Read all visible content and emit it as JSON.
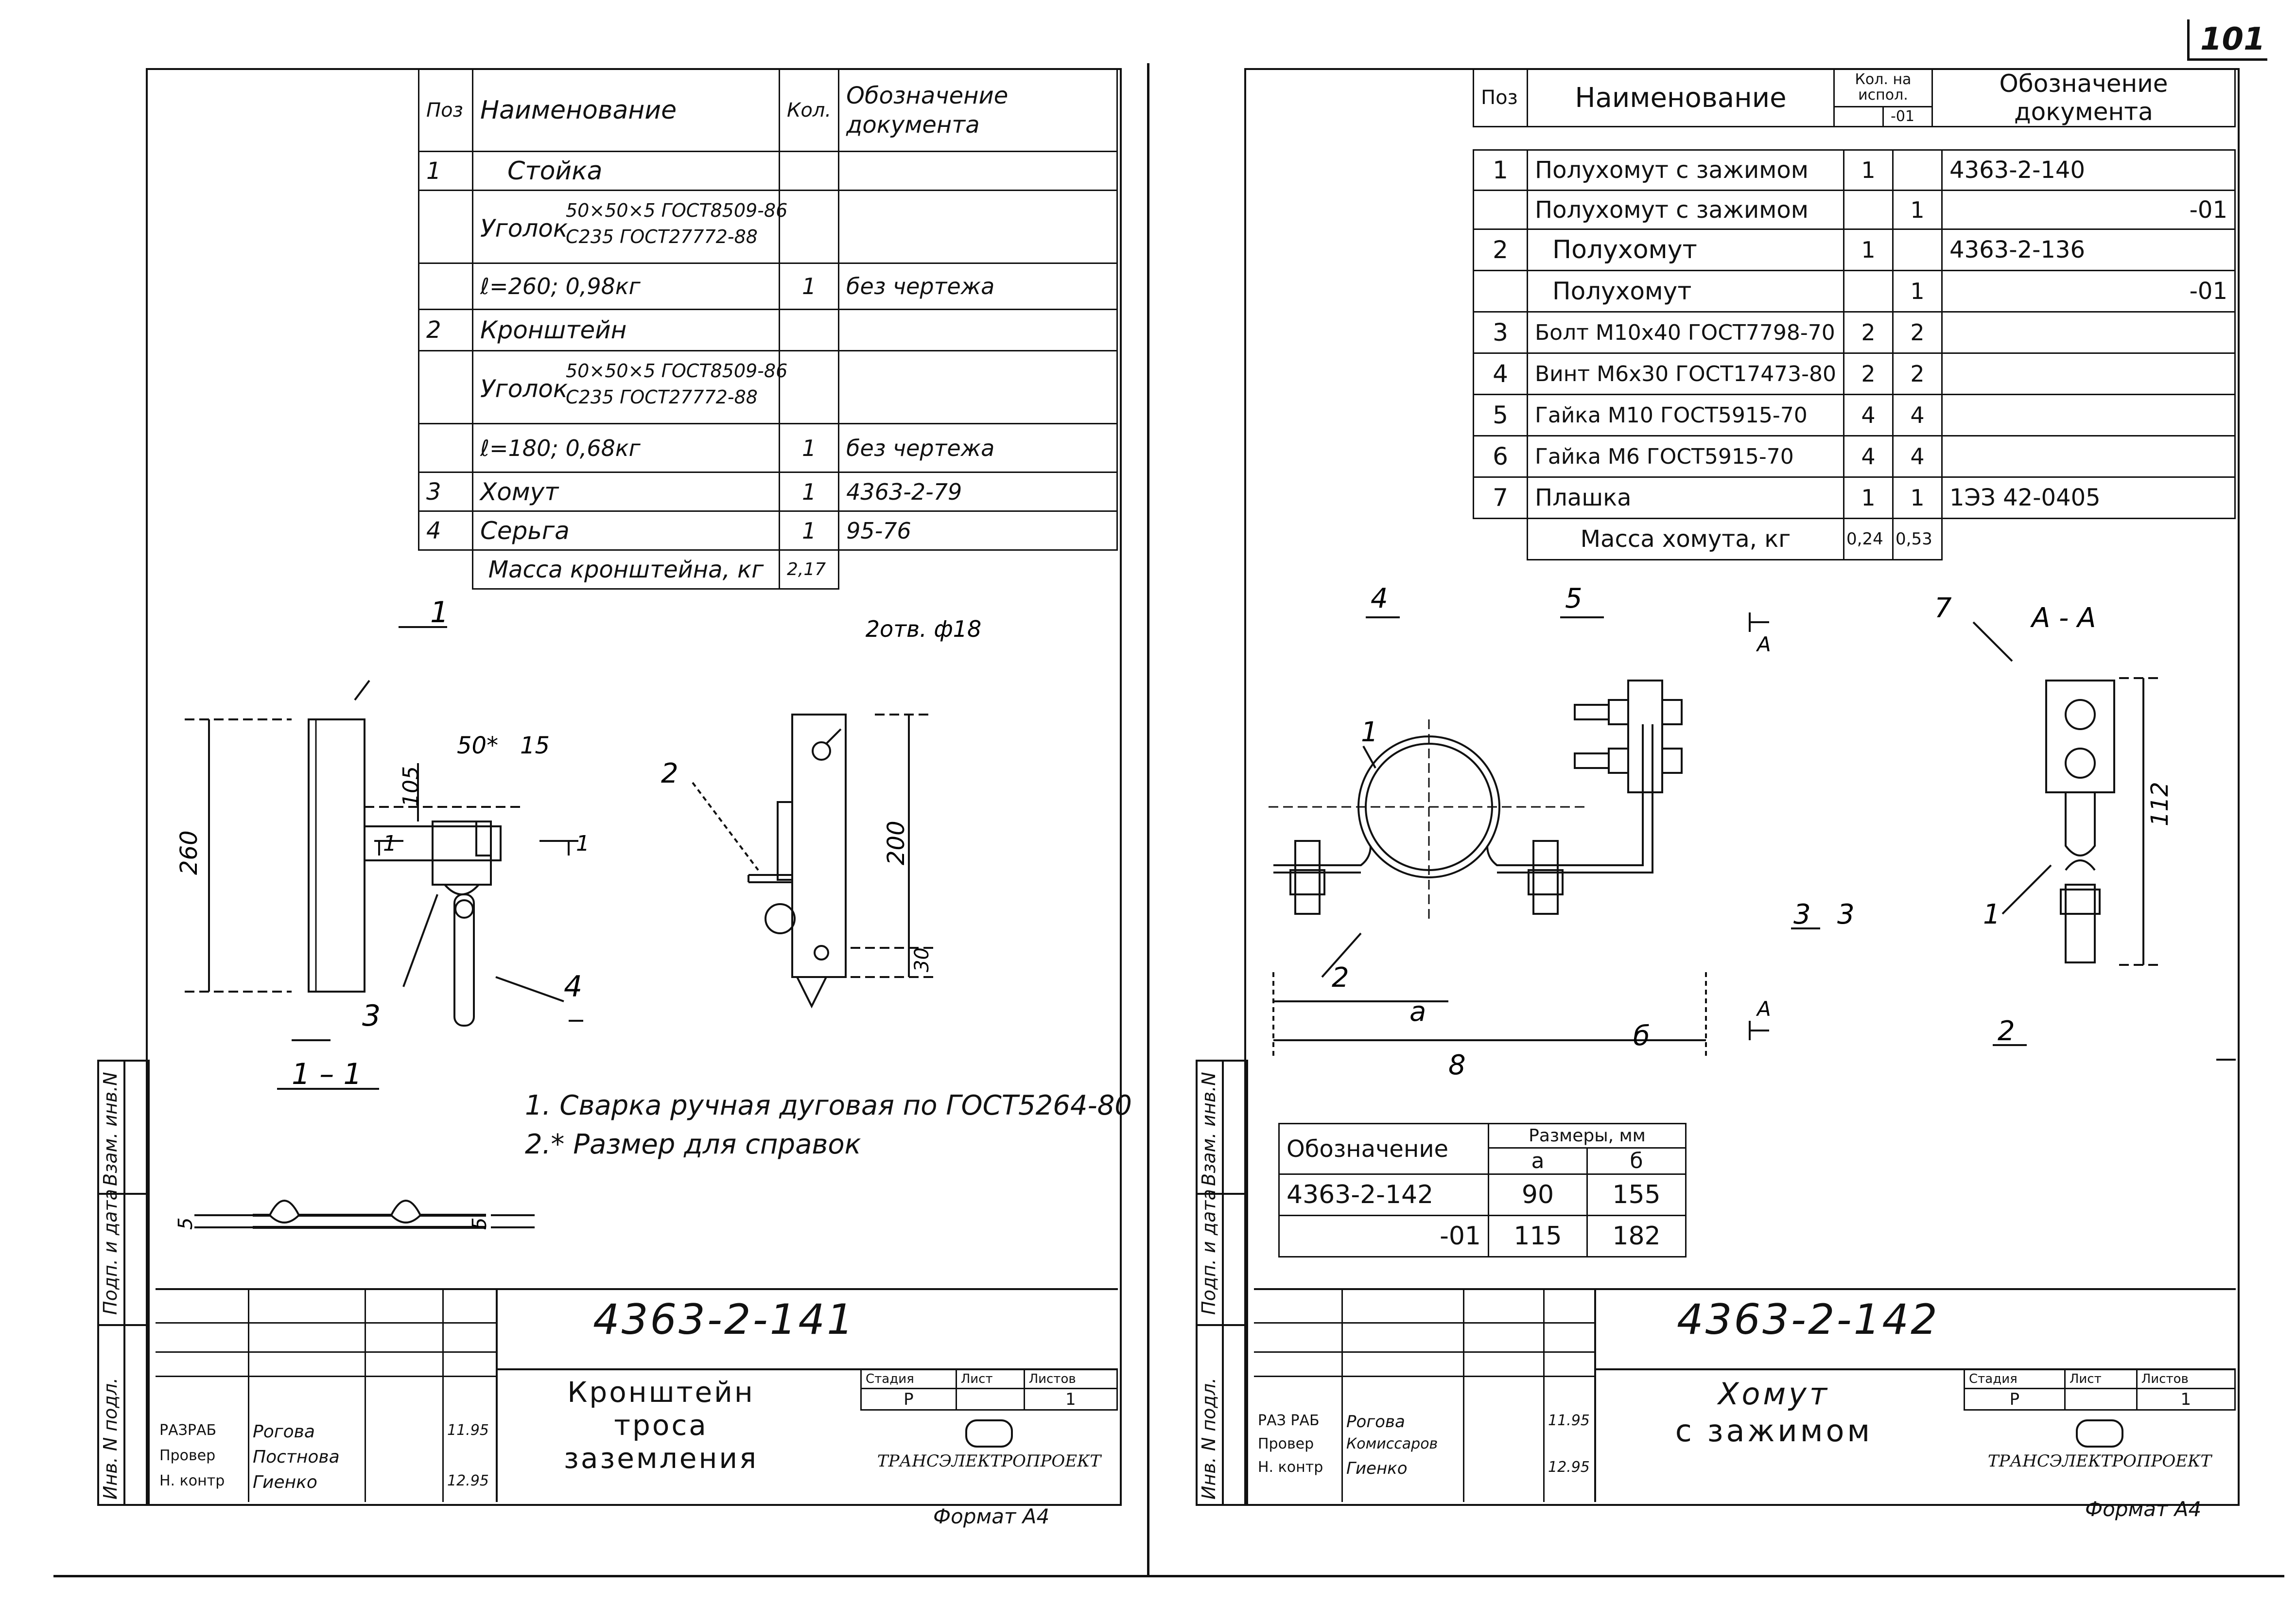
{
  "page_number": "101",
  "left_sheet": {
    "spec_header": {
      "pos": "Поз",
      "name": "Наименование",
      "qty": "Кол.",
      "doc_line1": "Обозначение",
      "doc_line2": "документа"
    },
    "spec_rows": [
      {
        "pos": "1",
        "name": "Стойка",
        "qty": "",
        "doc": ""
      },
      {
        "pos": "",
        "name_main": "Уголок",
        "name_top": "50×50×5 ГОСТ8509-86",
        "name_bottom": "С235 ГОСТ27772-88",
        "qty": "",
        "doc": ""
      },
      {
        "pos": "",
        "name": "ℓ=260; 0,98кг",
        "qty": "1",
        "doc": "без чертежа"
      },
      {
        "pos": "2",
        "name": "Кронштейн",
        "qty": "",
        "doc": ""
      },
      {
        "pos": "",
        "name_main": "Уголок",
        "name_top": "50×50×5 ГОСТ8509-86",
        "name_bottom": "С235 ГОСТ27772-88",
        "qty": "",
        "doc": ""
      },
      {
        "pos": "",
        "name": "ℓ=180; 0,68кг",
        "qty": "1",
        "doc": "без чертежа"
      },
      {
        "pos": "3",
        "name": "Хомут",
        "qty": "1",
        "doc": "4363-2-79"
      },
      {
        "pos": "4",
        "name": "Серьга",
        "qty": "1",
        "doc": "95-76"
      }
    ],
    "mass_label": "Масса кронштейна, кг",
    "mass_value": "2,17",
    "holes_note": "2отв. ф18",
    "callouts": {
      "c1": "1",
      "c2": "2",
      "c3": "3",
      "c4": "4",
      "section": "1 – 1",
      "arrow_1": "1",
      "arrow_2": "1"
    },
    "dims": {
      "d260": "260",
      "d50": "50*",
      "d15": "15",
      "d105": "105",
      "d200": "200",
      "d30": "30",
      "d5a": "5",
      "d5b": "5"
    },
    "notes": [
      "1. Сварка ручная дуговая по ГОСТ5264-80",
      "2.* Размер для справок"
    ],
    "doc_number": "4363-2-141",
    "title_lines": [
      "Кронштейн",
      "троса",
      "заземления"
    ],
    "stage_hdr": [
      "Стадия",
      "Лист",
      "Листов"
    ],
    "stage_vals": [
      "Р",
      "",
      "1"
    ],
    "company": "ТРАНСЭЛЕКТРОПРОЕКТ",
    "format": "Формат А4",
    "signers": [
      {
        "role": "РАЗРАБ",
        "name": "Рогова",
        "date": "11.95"
      },
      {
        "role": "Провер",
        "name": "Постнова",
        "date": ""
      },
      {
        "role": "Н. контр",
        "name": "Гиенко",
        "date": "12.95"
      }
    ],
    "side_labels": [
      "Инв. N подл.",
      "Подп. и дата",
      "Взам. инв.N"
    ]
  },
  "right_sheet": {
    "spec_header": {
      "pos": "Поз",
      "name": "Наименование",
      "qty": "Кол. на испол.",
      "qty_sub": "-01",
      "doc_line1": "Обозначение",
      "doc_line2": "документа"
    },
    "spec_rows": [
      {
        "pos": "1",
        "name": "Полухомут с зажимом",
        "q1": "1",
        "q2": "",
        "doc": "4363-2-140"
      },
      {
        "pos": "",
        "name": "Полухомут с зажимом",
        "q1": "",
        "q2": "1",
        "doc": "-01"
      },
      {
        "pos": "2",
        "name": "Полухомут",
        "q1": "1",
        "q2": "",
        "doc": "4363-2-136"
      },
      {
        "pos": "",
        "name": "Полухомут",
        "q1": "",
        "q2": "1",
        "doc": "-01"
      },
      {
        "pos": "3",
        "name": "Болт М10х40  ГОСТ7798-70",
        "q1": "2",
        "q2": "2",
        "doc": ""
      },
      {
        "pos": "4",
        "name": "Винт М6х30  ГОСТ17473-80",
        "q1": "2",
        "q2": "2",
        "doc": ""
      },
      {
        "pos": "5",
        "name": "Гайка М10  ГОСТ5915-70",
        "q1": "4",
        "q2": "4",
        "doc": ""
      },
      {
        "pos": "6",
        "name": "Гайка М6  ГОСТ5915-70",
        "q1": "4",
        "q2": "4",
        "doc": ""
      },
      {
        "pos": "7",
        "name": "Плашка",
        "q1": "1",
        "q2": "1",
        "doc": "1ЭЗ 42-0405"
      }
    ],
    "mass_label": "Масса хомута, кг",
    "mass_q1": "0,24",
    "mass_q2": "0,53",
    "callouts": {
      "c1": "1",
      "c2": "2",
      "c3": "3",
      "c4": "4",
      "c5": "5",
      "c6": "б",
      "c7": "7",
      "ca": "а",
      "c8": "8",
      "aa": "А - А",
      "a_top": "А",
      "a_bot": "А",
      "r1": "1",
      "r2": "2",
      "r3": "3"
    },
    "dims": {
      "d112": "112"
    },
    "size_table": {
      "hdr_doc": "Обозначение",
      "hdr_sizes": "Размеры, мм",
      "col_a": "а",
      "col_b": "б",
      "rows": [
        {
          "doc": "4363-2-142",
          "a": "90",
          "b": "155"
        },
        {
          "doc": "-01",
          "a": "115",
          "b": "182"
        }
      ]
    },
    "doc_number": "4363-2-142",
    "title_lines": [
      "Хомут",
      "с зажимом"
    ],
    "stage_hdr": [
      "Стадия",
      "Лист",
      "Листов"
    ],
    "stage_vals": [
      "Р",
      "",
      "1"
    ],
    "company": "ТРАНСЭЛЕКТРОПРОЕКТ",
    "format": "Формат А4",
    "signers": [
      {
        "role": "РАЗ РАБ",
        "name": "Рогова",
        "date": "11.95"
      },
      {
        "role": "Провер",
        "name": "Комиссаров",
        "date": ""
      },
      {
        "role": "Н. контр",
        "name": "Гиенко",
        "date": "12.95"
      }
    ],
    "side_labels": [
      "Инв. N подл.",
      "Подп. и дата",
      "Взам. инв.N"
    ]
  }
}
